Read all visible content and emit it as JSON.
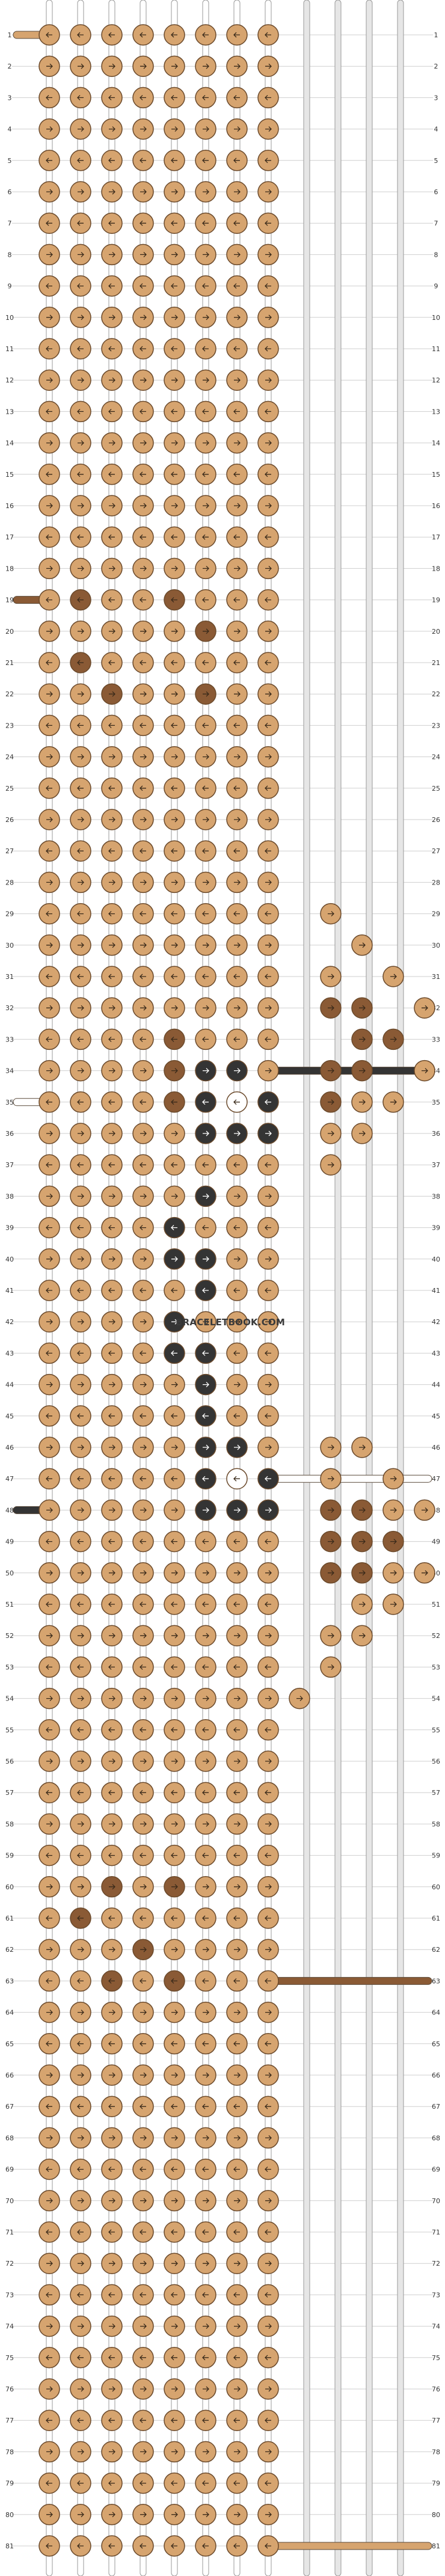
{
  "pattern": {
    "rows": 81,
    "columns": 8,
    "colors": {
      "A": "#d6a46f",
      "B": "#8a5a35",
      "C": "#343434",
      "D": "#ffffff"
    },
    "outline_color": "#6b4a2c",
    "thread_rail_color": "#e6e6e6",
    "row_line_color": "#cfcfcf",
    "default_knot": "A",
    "knots": [
      {
        "row": 19,
        "col": 1,
        "color": "B"
      },
      {
        "row": 19,
        "col": 4,
        "color": "B"
      },
      {
        "row": 20,
        "col": 5,
        "color": "B"
      },
      {
        "row": 21,
        "col": 1,
        "color": "B"
      },
      {
        "row": 22,
        "col": 2,
        "color": "B"
      },
      {
        "row": 22,
        "col": 5,
        "color": "B"
      },
      {
        "row": 32,
        "col": 9,
        "color": "B"
      },
      {
        "row": 32,
        "col": 10,
        "color": "B"
      },
      {
        "row": 33,
        "col": 4,
        "color": "B"
      },
      {
        "row": 33,
        "col": 10,
        "color": "B"
      },
      {
        "row": 33,
        "col": 11,
        "color": "B"
      },
      {
        "row": 34,
        "col": 4,
        "color": "B"
      },
      {
        "row": 34,
        "col": 5,
        "color": "C"
      },
      {
        "row": 34,
        "col": 6,
        "color": "C"
      },
      {
        "row": 34,
        "col": 9,
        "color": "B"
      },
      {
        "row": 34,
        "col": 10,
        "color": "B"
      },
      {
        "row": 35,
        "col": 4,
        "color": "B"
      },
      {
        "row": 35,
        "col": 5,
        "color": "C"
      },
      {
        "row": 35,
        "col": 6,
        "color": "D"
      },
      {
        "row": 35,
        "col": 7,
        "color": "C"
      },
      {
        "row": 35,
        "col": 9,
        "color": "B"
      },
      {
        "row": 36,
        "col": 5,
        "color": "C"
      },
      {
        "row": 36,
        "col": 6,
        "color": "C"
      },
      {
        "row": 36,
        "col": 7,
        "color": "C"
      },
      {
        "row": 38,
        "col": 5,
        "color": "C"
      },
      {
        "row": 39,
        "col": 4,
        "color": "C"
      },
      {
        "row": 40,
        "col": 4,
        "color": "C"
      },
      {
        "row": 40,
        "col": 5,
        "color": "C"
      },
      {
        "row": 41,
        "col": 5,
        "color": "C"
      },
      {
        "row": 42,
        "col": 4,
        "color": "C"
      },
      {
        "row": 43,
        "col": 4,
        "color": "C"
      },
      {
        "row": 43,
        "col": 5,
        "color": "C"
      },
      {
        "row": 44,
        "col": 5,
        "color": "C"
      },
      {
        "row": 45,
        "col": 5,
        "color": "C"
      },
      {
        "row": 46,
        "col": 5,
        "color": "C"
      },
      {
        "row": 46,
        "col": 6,
        "color": "C"
      },
      {
        "row": 47,
        "col": 5,
        "color": "C"
      },
      {
        "row": 47,
        "col": 6,
        "color": "D"
      },
      {
        "row": 47,
        "col": 7,
        "color": "C"
      },
      {
        "row": 48,
        "col": 5,
        "color": "C"
      },
      {
        "row": 48,
        "col": 6,
        "color": "C"
      },
      {
        "row": 48,
        "col": 7,
        "color": "C"
      },
      {
        "row": 48,
        "col": 9,
        "color": "B"
      },
      {
        "row": 48,
        "col": 10,
        "color": "B"
      },
      {
        "row": 49,
        "col": 9,
        "color": "B"
      },
      {
        "row": 49,
        "col": 10,
        "color": "B"
      },
      {
        "row": 49,
        "col": 11,
        "color": "B"
      },
      {
        "row": 50,
        "col": 9,
        "color": "B"
      },
      {
        "row": 50,
        "col": 10,
        "color": "B"
      },
      {
        "row": 60,
        "col": 2,
        "color": "B"
      },
      {
        "row": 60,
        "col": 4,
        "color": "B"
      },
      {
        "row": 61,
        "col": 1,
        "color": "B"
      },
      {
        "row": 62,
        "col": 3,
        "color": "B"
      },
      {
        "row": 63,
        "col": 2,
        "color": "B"
      },
      {
        "row": 63,
        "col": 4,
        "color": "B"
      }
    ],
    "extra_knots": [
      {
        "row": 29,
        "col": 9,
        "color": "A"
      },
      {
        "row": 30,
        "col": 10,
        "color": "A"
      },
      {
        "row": 31,
        "col": 9,
        "color": "A"
      },
      {
        "row": 31,
        "col": 11,
        "color": "A"
      },
      {
        "row": 32,
        "col": 12,
        "color": "A"
      },
      {
        "row": 34,
        "col": 12,
        "color": "A"
      },
      {
        "row": 35,
        "col": 10,
        "color": "A"
      },
      {
        "row": 35,
        "col": 11,
        "color": "A"
      },
      {
        "row": 36,
        "col": 9,
        "color": "A"
      },
      {
        "row": 36,
        "col": 10,
        "color": "A"
      },
      {
        "row": 37,
        "col": 9,
        "color": "A"
      },
      {
        "row": 46,
        "col": 9,
        "color": "A"
      },
      {
        "row": 46,
        "col": 10,
        "color": "A"
      },
      {
        "row": 47,
        "col": 9,
        "color": "A"
      },
      {
        "row": 47,
        "col": 11,
        "color": "A"
      },
      {
        "row": 48,
        "col": 11,
        "color": "A"
      },
      {
        "row": 48,
        "col": 12,
        "color": "A"
      },
      {
        "row": 50,
        "col": 11,
        "color": "A"
      },
      {
        "row": 50,
        "col": 12,
        "color": "A"
      },
      {
        "row": 51,
        "col": 10,
        "color": "A"
      },
      {
        "row": 51,
        "col": 11,
        "color": "A"
      },
      {
        "row": 52,
        "col": 9,
        "color": "A"
      },
      {
        "row": 52,
        "col": 10,
        "color": "A"
      },
      {
        "row": 53,
        "col": 9,
        "color": "A"
      },
      {
        "row": 54,
        "col": 8,
        "color": "A"
      }
    ],
    "side_threads": [
      {
        "row": 1,
        "side": "left",
        "color": "A"
      },
      {
        "row": 19,
        "side": "left",
        "color": "B"
      },
      {
        "row": 35,
        "side": "left",
        "color": "D"
      },
      {
        "row": 34,
        "side": "right",
        "color": "C"
      },
      {
        "row": 47,
        "side": "right",
        "color": "D"
      },
      {
        "row": 48,
        "side": "left",
        "color": "C"
      },
      {
        "row": 63,
        "side": "right",
        "color": "B"
      },
      {
        "row": 81,
        "side": "right",
        "color": "A"
      }
    ]
  },
  "watermark": "BRACELETBOOK.COM"
}
